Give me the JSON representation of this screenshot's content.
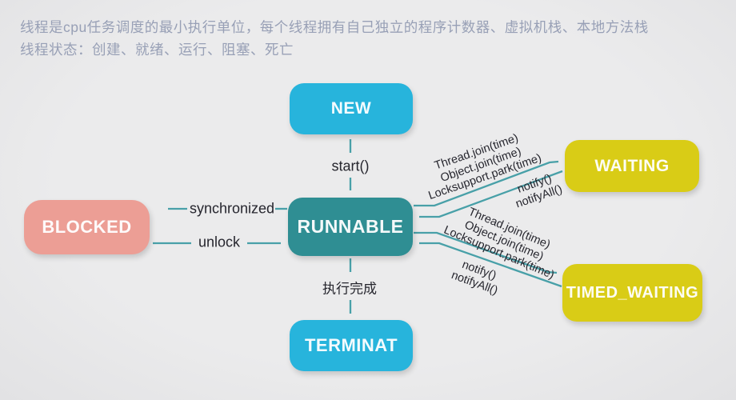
{
  "header": {
    "line1": "线程是cpu任务调度的最小执行单位，每个线程拥有自己独立的程序计数器、虚拟机栈、本地方法栈",
    "line2": "线程状态：创建、就绪、运行、阻塞、死亡"
  },
  "colors": {
    "background": "#e9e9ea",
    "header_text": "#98a0b6",
    "cyan_node": "#27b4dc",
    "teal_node": "#2f8e93",
    "salmon_node": "#ec9e95",
    "yellow_node": "#d9cc16",
    "arrow": "#48a0a8",
    "edge_label_text": "#26262e"
  },
  "nodes": {
    "new": {
      "label": "NEW"
    },
    "runnable": {
      "label": "RUNNABLE"
    },
    "blocked": {
      "label": "BLOCKED"
    },
    "waiting": {
      "label": "WAITING"
    },
    "timed_waiting": {
      "label": "TIMED_WAITING"
    },
    "terminated": {
      "label": "TERMINAT"
    }
  },
  "edges": {
    "start": "start()",
    "synchronized": "synchronized",
    "unlock": "unlock",
    "execution_complete": "执行完成",
    "to_waiting": [
      "Thread.join(time)",
      "Object.join(time)",
      "Locksupport.park(time)"
    ],
    "from_waiting": [
      "notify()",
      "notifyAll()"
    ],
    "to_timed_waiting": [
      "Thread.join(time)",
      "Object.join(time)",
      "Locksupport.park(time)"
    ],
    "from_timed_waiting": [
      "notify()",
      "notifyAll()"
    ]
  }
}
